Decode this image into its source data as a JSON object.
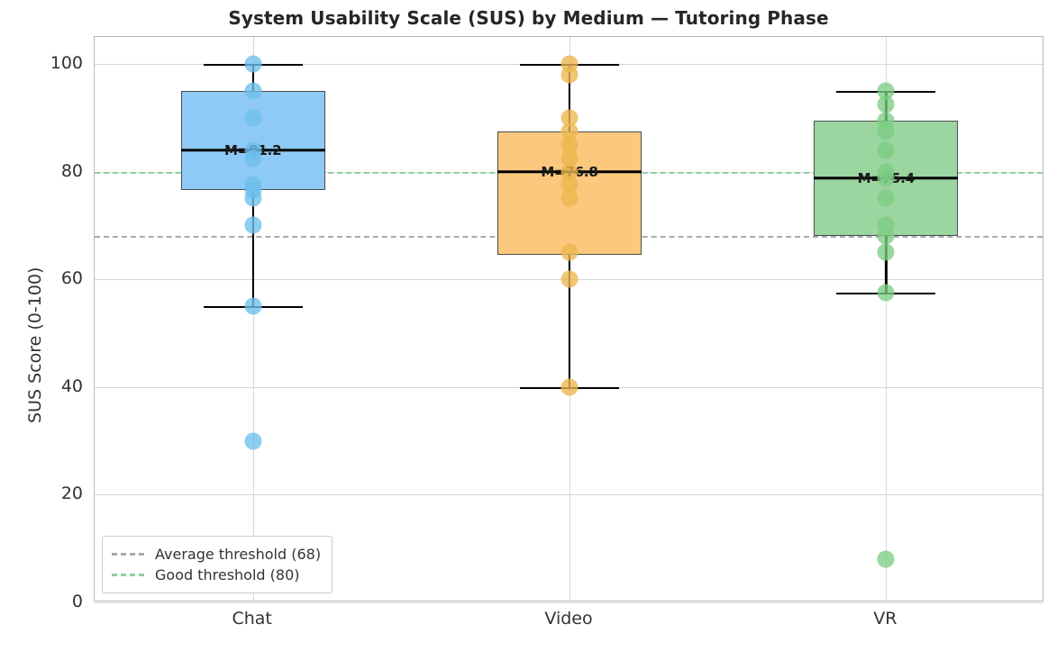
{
  "chart_data": {
    "type": "box",
    "title": "System Usability Scale (SUS) by Medium — Tutoring Phase",
    "xlabel": "",
    "ylabel": "SUS Score (0-100)",
    "ylim": [
      0,
      105
    ],
    "yticks": [
      0,
      20,
      40,
      60,
      80,
      100
    ],
    "ytick_labels": [
      "0",
      "20",
      "40",
      "60",
      "80",
      "100"
    ],
    "categories": [
      "Chat",
      "Video",
      "VR"
    ],
    "grid": true,
    "legend_position": "lower left",
    "colors": {
      "chat": "#8ECAF5",
      "video": "#FBC87D",
      "vr": "#9BD5A0",
      "box_edge": "#4d4d4d",
      "median": "#000000",
      "average_threshold": "#aaaaaa",
      "good_threshold": "#8fcf9b",
      "grid": "#d6d6d6"
    },
    "reference_lines": [
      {
        "name": "average-threshold",
        "label": "Average threshold (68)",
        "value": 68,
        "color": "#aaaaaa",
        "style": "dashed"
      },
      {
        "name": "good-threshold",
        "label": "Good threshold (80)",
        "value": 80,
        "color": "#8fcf9b",
        "style": "dashed"
      }
    ],
    "boxes": [
      {
        "category": "Chat",
        "color": "#8ECAF5",
        "q1": 76.5,
        "median": 84.0,
        "q3": 95.0,
        "whisker_low": 55.0,
        "whisker_high": 100.0,
        "mean": 81.2,
        "mean_label": "M=81.2",
        "points": [
          100,
          95,
          90,
          84,
          82.5,
          77.5,
          76.5,
          75,
          70,
          55,
          30
        ]
      },
      {
        "category": "Video",
        "color": "#FBC87D",
        "q1": 64.5,
        "median": 80.0,
        "q3": 87.5,
        "whisker_low": 40.0,
        "whisker_high": 100.0,
        "mean": 76.8,
        "mean_label": "M=76.8",
        "points": [
          100,
          98,
          90,
          87.5,
          85,
          82.5,
          80,
          77.5,
          75,
          65,
          60,
          40
        ]
      },
      {
        "category": "VR",
        "color": "#9BD5A0",
        "q1": 68.0,
        "median": 78.8,
        "q3": 89.5,
        "whisker_low": 57.5,
        "whisker_high": 95.0,
        "mean": 75.4,
        "mean_label": "M=75.4",
        "points": [
          95,
          92.5,
          89.5,
          87.5,
          84,
          80,
          78.8,
          75,
          70,
          68,
          65,
          57.5,
          8
        ]
      }
    ]
  }
}
